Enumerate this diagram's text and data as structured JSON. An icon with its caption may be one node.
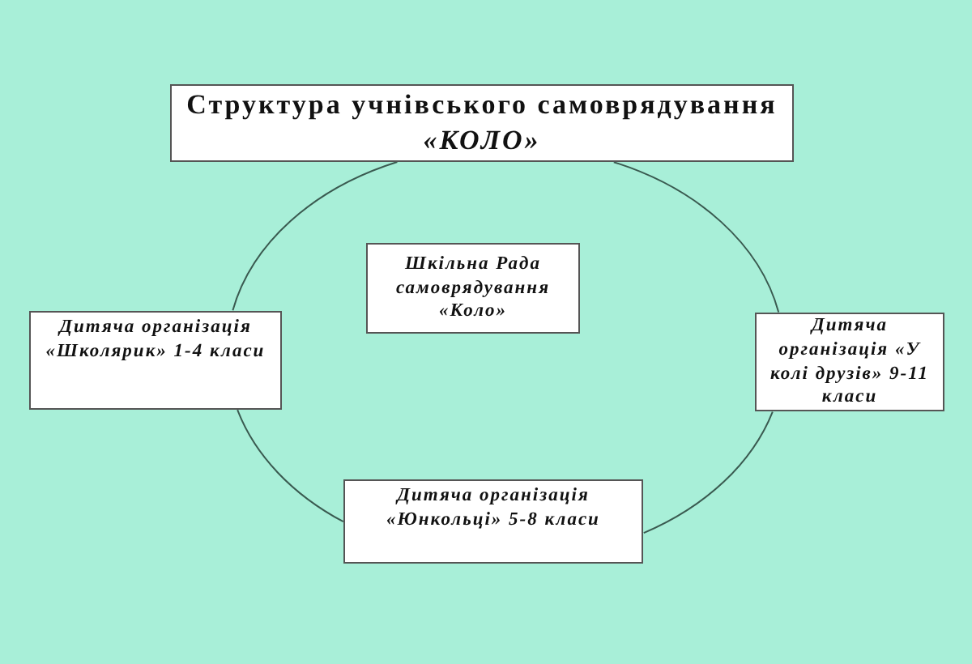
{
  "diagram": {
    "nodes": [
      {
        "text": [
          "Структура учнівського самоврядування *«КОЛО»*"
        ]
      },
      {
        "text": [
          "Дитяча організація «Школярик» 1-4 класи"
        ]
      },
      {
        "text": [
          "Шкільна Рада самоврядування «Коло»"
        ]
      },
      {
        "text": [
          "Дитяча організація «У колі друзів» 9-11 класи"
        ]
      },
      {
        "text": [
          "Дитяча організація «Юнкольці» 5-8 класи"
        ]
      }
    ],
    "edges": [
      {
        "from": 0,
        "to": 3,
        "arrow": "none"
      },
      {
        "from": 3,
        "to": 4,
        "arrow": "none"
      },
      {
        "from": 4,
        "to": 1,
        "arrow": "none"
      },
      {
        "from": 1,
        "to": 0,
        "arrow": "none"
      }
    ]
  }
}
